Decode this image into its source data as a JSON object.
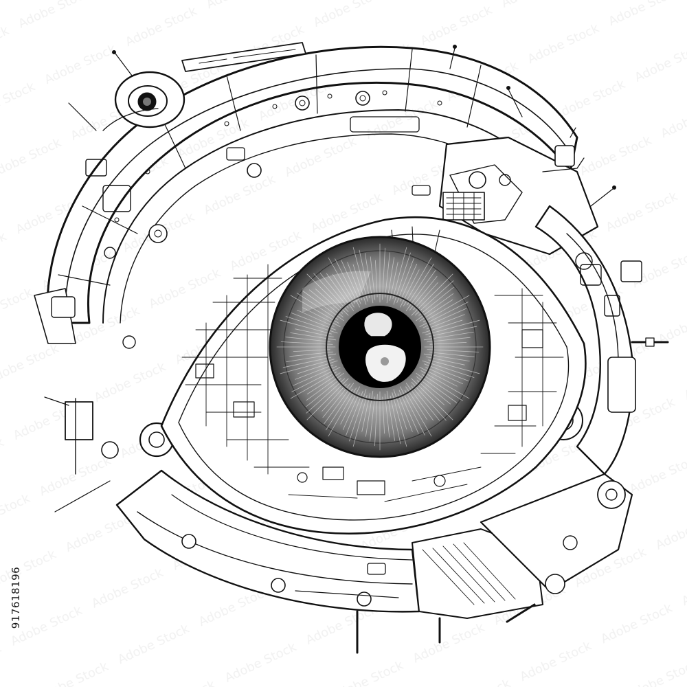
{
  "image": {
    "subject": "mechanical-eye",
    "style": "black-and-white line art"
  },
  "stock_id": "917618196",
  "watermark": {
    "text": "Adobe Stock",
    "color": "#d9d9d9"
  },
  "colors": {
    "background": "#ffffff",
    "line": "#111111",
    "iris": "#8a8a8a",
    "pupil": "#000000"
  }
}
